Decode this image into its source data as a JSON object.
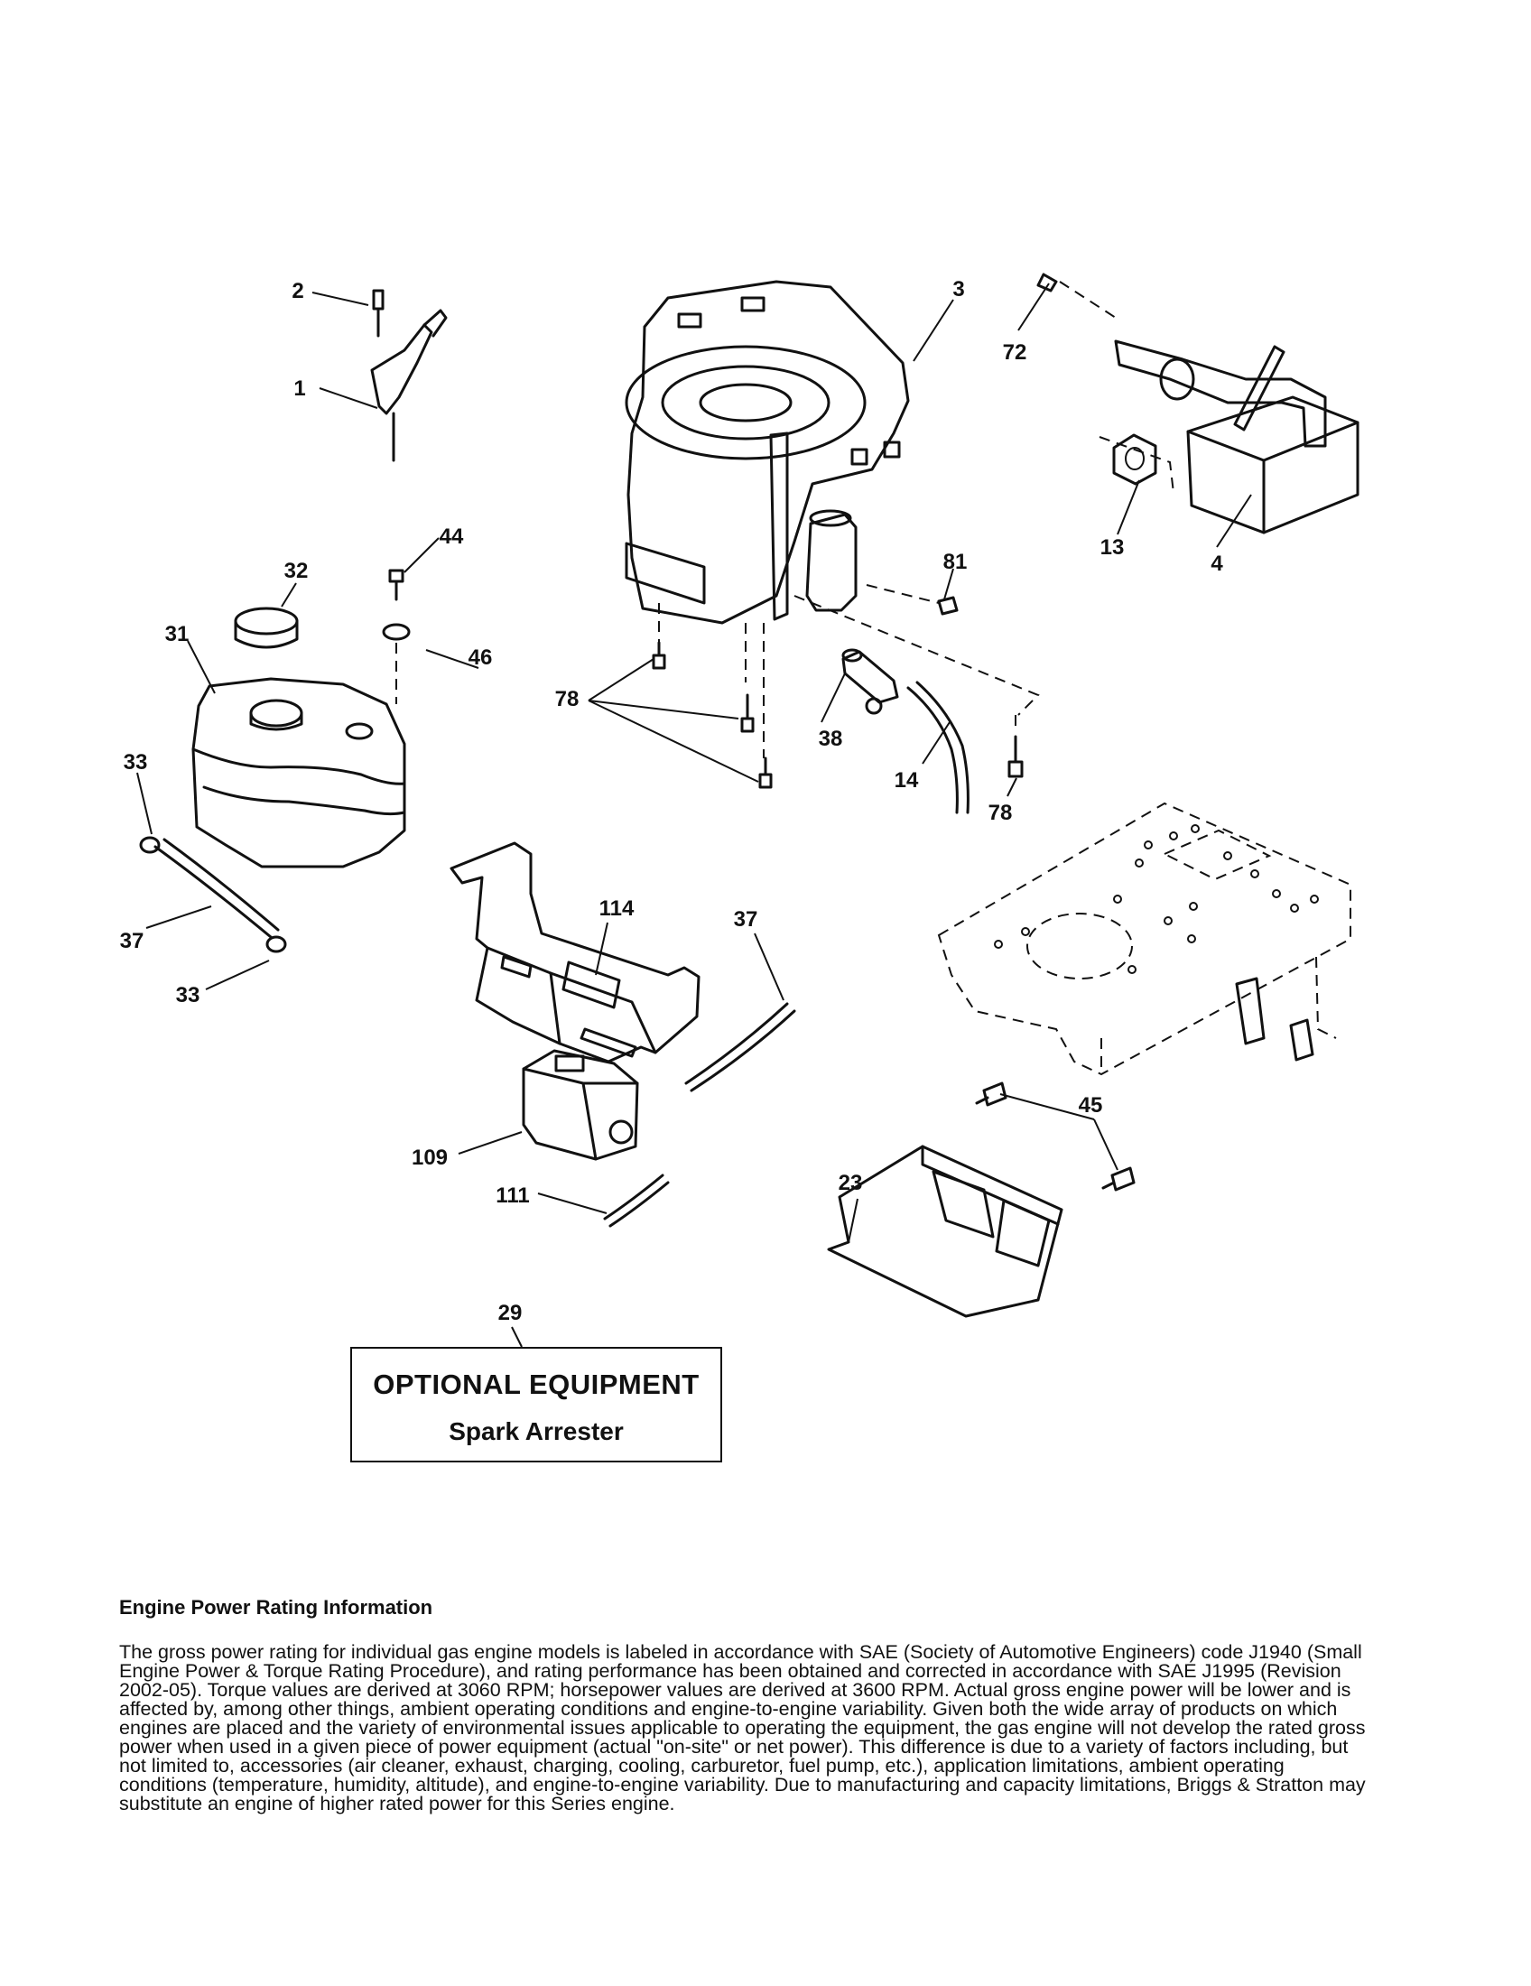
{
  "callouts": {
    "c1": "1",
    "c2": "2",
    "c3": "3",
    "c4": "4",
    "c13": "13",
    "c14": "14",
    "c23": "23",
    "c29": "29",
    "c31": "31",
    "c32": "32",
    "c33a": "33",
    "c33b": "33",
    "c37a": "37",
    "c37b": "37",
    "c38": "38",
    "c44": "44",
    "c45": "45",
    "c46": "46",
    "c72": "72",
    "c78a": "78",
    "c78b": "78",
    "c81": "81",
    "c109": "109",
    "c111": "111",
    "c114": "114"
  },
  "optional_box": {
    "title": "OPTIONAL EQUIPMENT",
    "subtitle": "Spark Arrester"
  },
  "info": {
    "title": "Engine Power Rating Information",
    "body": "The gross power rating for individual gas engine models is labeled in accordance with SAE (Society of Automotive Engineers) code J1940 (Small Engine Power & Torque Rating Procedure), and rating performance has been obtained and corrected in accordance with SAE J1995 (Revision 2002-05). Torque values are derived at 3060 RPM; horsepower values are derived at 3600 RPM. Actual gross engine power will be lower and is affected by, among other things, ambient operating conditions and engine-to-engine variability. Given both the wide array of products on which engines are placed and the variety of environmental issues applicable to operating the equipment, the gas engine will not develop the rated gross power when used in a given piece of power equipment (actual \"on-site\" or net power). This difference is due to a variety of factors including, but not limited to, accessories (air cleaner, exhaust, charging, cooling, carburetor, fuel pump, etc.), application limitations, ambient operating conditions (temperature, humidity, altitude), and engine-to-engine variability. Due to manufacturing and capacity limitations, Briggs & Stratton may substitute an engine of higher rated power for this Series engine."
  }
}
